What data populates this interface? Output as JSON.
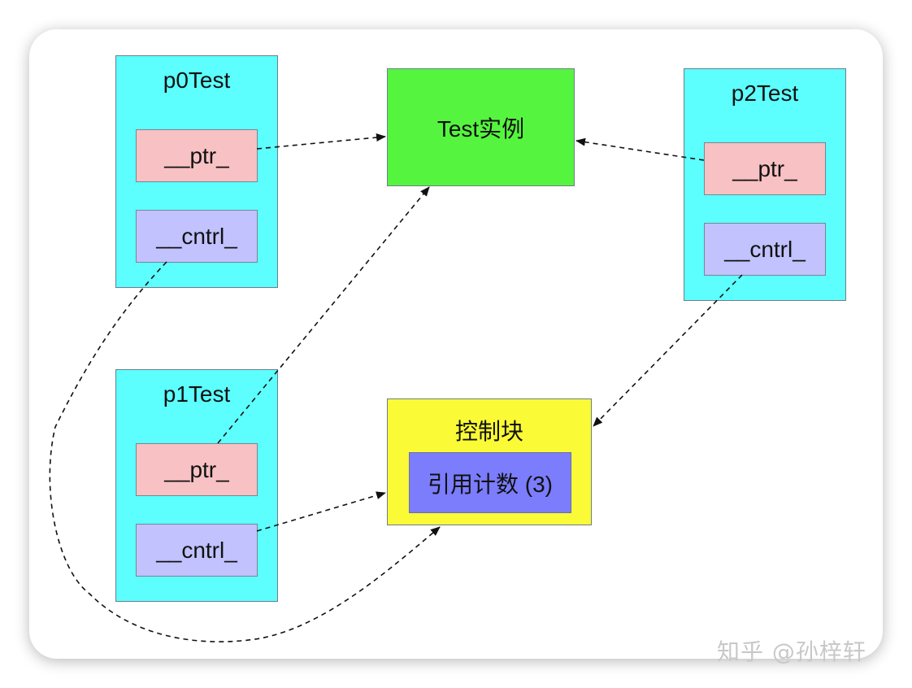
{
  "holders": [
    {
      "id": "p0",
      "title": "p0Test",
      "ptr_label": "__ptr_",
      "cntrl_label": "__cntrl_"
    },
    {
      "id": "p1",
      "title": "p1Test",
      "ptr_label": "__ptr_",
      "cntrl_label": "__cntrl_"
    },
    {
      "id": "p2",
      "title": "p2Test",
      "ptr_label": "__ptr_",
      "cntrl_label": "__cntrl_"
    }
  ],
  "instance": {
    "label": "Test实例"
  },
  "control_block": {
    "title": "控制块",
    "ref_count_label": "引用计数 (3)"
  },
  "watermark": "知乎 @孙梓轩",
  "colors": {
    "holder": "#5cfffe",
    "ptr_field": "#f8c1c3",
    "cntrl_field": "#c1c2fe",
    "instance": "#55f53f",
    "control_block": "#fafa36",
    "ref_count": "#7b7dfc"
  },
  "edges": [
    {
      "from": "p0.ptr",
      "to": "instance",
      "style": "dashed-arrow"
    },
    {
      "from": "p1.ptr",
      "to": "instance",
      "style": "dashed-arrow"
    },
    {
      "from": "p2.ptr",
      "to": "instance",
      "style": "dashed-arrow"
    },
    {
      "from": "p0.cntrl",
      "to": "control_block",
      "style": "dashed-arrow"
    },
    {
      "from": "p1.cntrl",
      "to": "control_block",
      "style": "dashed-arrow"
    },
    {
      "from": "p2.cntrl",
      "to": "control_block",
      "style": "dashed-arrow"
    }
  ]
}
